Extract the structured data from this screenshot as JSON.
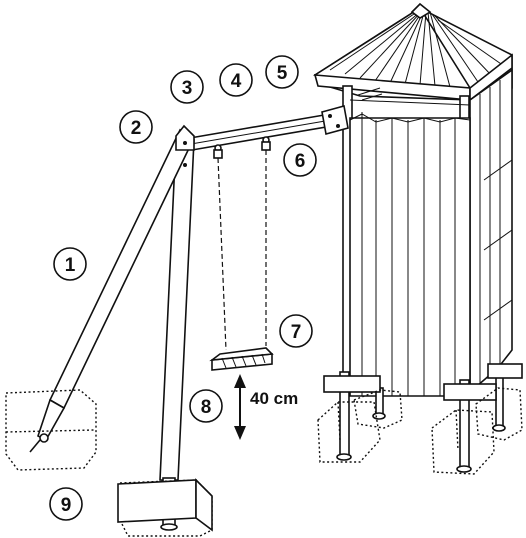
{
  "callouts": [
    "1",
    "2",
    "3",
    "4",
    "5",
    "6",
    "7",
    "8",
    "9"
  ],
  "dimension": {
    "label": "40 cm"
  },
  "icons": [
    "double-arrow-icon"
  ]
}
